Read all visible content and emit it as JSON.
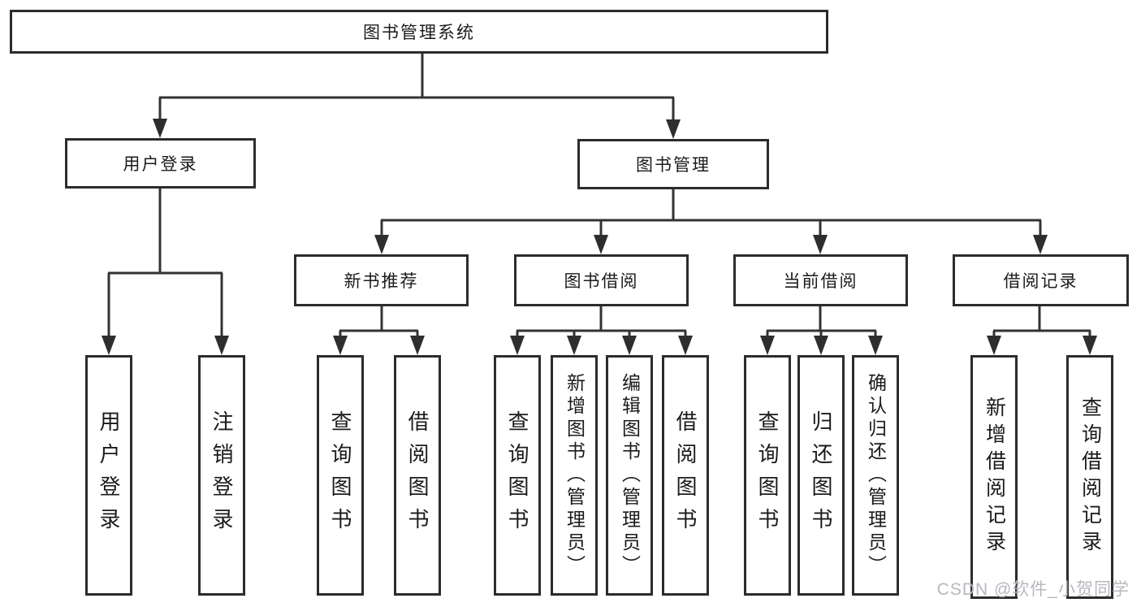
{
  "nodes": {
    "root": "图书管理系统",
    "user_login": "用户登录",
    "book_mgmt": "图书管理",
    "new_book_rec": "新书推荐",
    "book_borrow": "图书借阅",
    "current_borrow": "当前借阅",
    "borrow_record": "借阅记录",
    "ul_login": "用户登录",
    "ul_logout": "注销登录",
    "nb_query": "查询图书",
    "nb_borrow": "借阅图书",
    "bb_query": "查询图书",
    "bb_add": "新增图书（管理员）",
    "bb_edit": "编辑图书（管理员）",
    "bb_borrow": "借阅图书",
    "cb_query": "查询图书",
    "cb_return": "归还图书",
    "cb_confirm": "确认归还（管理员）",
    "br_add": "新增借阅记录",
    "br_query": "查询借阅记录"
  },
  "hierarchy": {
    "root": [
      "user_login",
      "book_mgmt"
    ],
    "user_login": [
      "ul_login",
      "ul_logout"
    ],
    "book_mgmt": [
      "new_book_rec",
      "book_borrow",
      "current_borrow",
      "borrow_record"
    ],
    "new_book_rec": [
      "nb_query",
      "nb_borrow"
    ],
    "book_borrow": [
      "bb_query",
      "bb_add",
      "bb_edit",
      "bb_borrow"
    ],
    "current_borrow": [
      "cb_query",
      "cb_return",
      "cb_confirm"
    ],
    "borrow_record": [
      "br_add",
      "br_query"
    ]
  },
  "watermark": {
    "text": "CSDN @软件_小贺同学"
  },
  "colors": {
    "line": "#333333",
    "box_border": "#2c2c2c",
    "text": "#1b1b1b",
    "watermark": "#b5b8be",
    "background": "#ffffff"
  }
}
